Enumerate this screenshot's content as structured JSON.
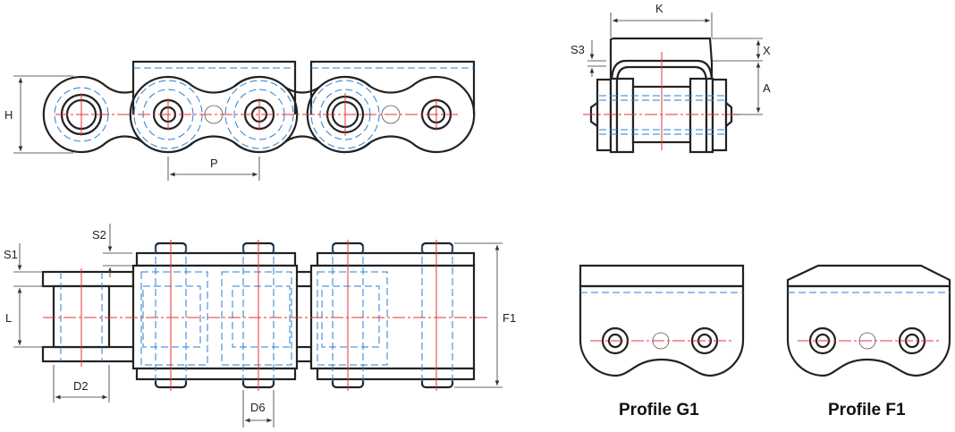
{
  "dimensions": {
    "H": "H",
    "P": "P",
    "K": "K",
    "S3": "S3",
    "X": "X",
    "A": "A",
    "S1": "S1",
    "S2": "S2",
    "L": "L",
    "F1": "F1",
    "D2": "D2",
    "D6": "D6"
  },
  "profiles": {
    "g1": "Profile G1",
    "f1": "Profile F1"
  },
  "colors": {
    "outline": "#222222",
    "hidden": "#2a7fd0",
    "center": "#e8323a"
  }
}
